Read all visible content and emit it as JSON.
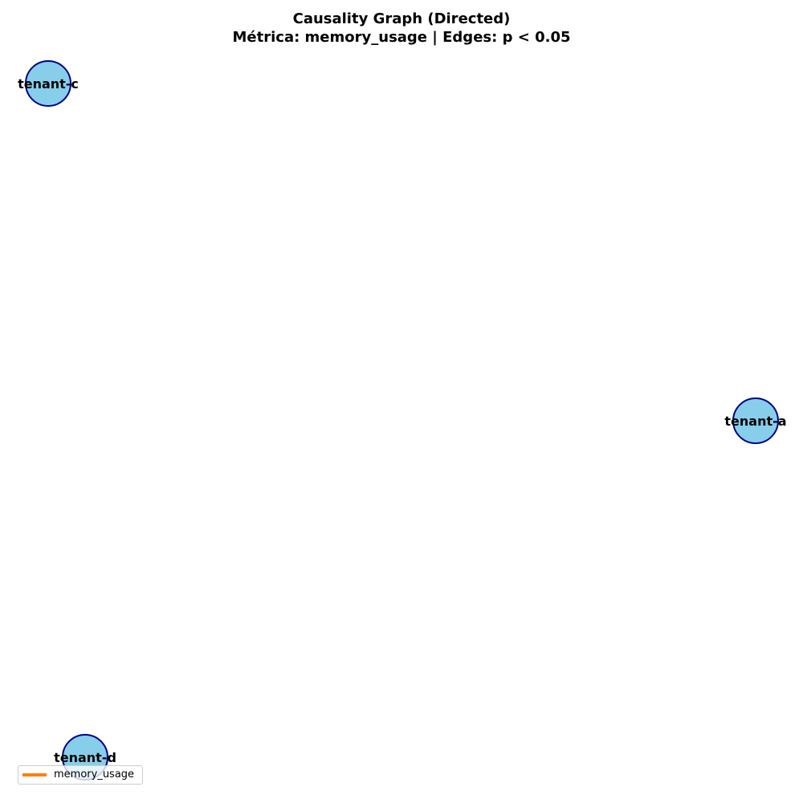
{
  "title": {
    "line1": "Causality Graph (Directed)",
    "line2": "Métrica: memory_usage | Edges: p < 0.05"
  },
  "colors": {
    "node_fill": "#87ceeb",
    "node_stroke": "#00008b",
    "edge_legend": "#ff7f0e",
    "text": "#000000"
  },
  "nodes": [
    {
      "id": "tenant-c",
      "label": "tenant-c"
    },
    {
      "id": "tenant-a",
      "label": "tenant-a"
    },
    {
      "id": "tenant-d",
      "label": "tenant-d"
    }
  ],
  "edges": [],
  "legend": {
    "entries": [
      {
        "label": "memory_usage",
        "color": "#ff7f0e"
      }
    ]
  }
}
